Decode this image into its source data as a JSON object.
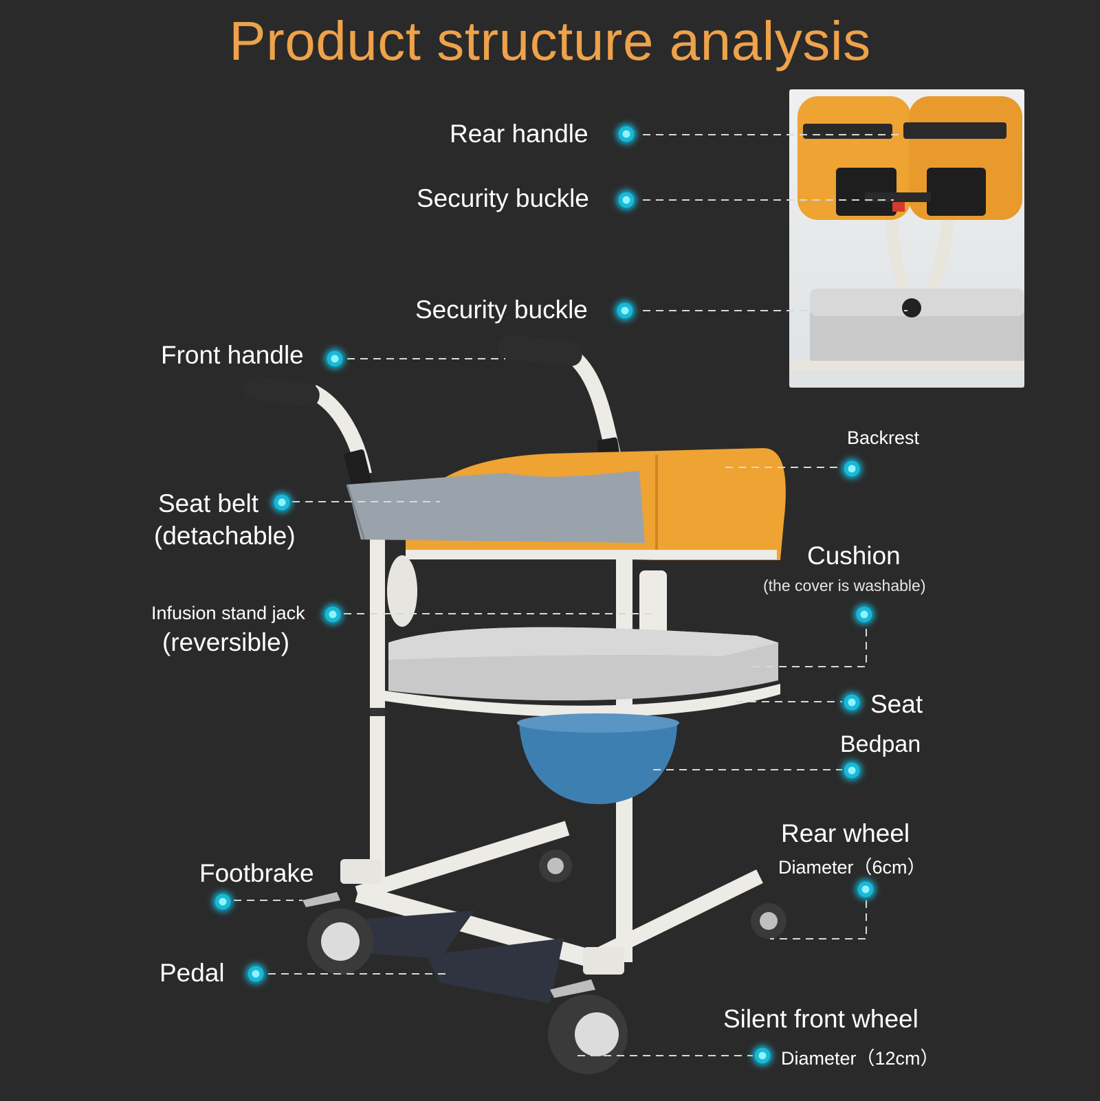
{
  "title": "Product structure analysis",
  "labels": {
    "rear_handle": "Rear handle",
    "security_buckle_1": "Security buckle",
    "security_buckle_2": "Security buckle",
    "front_handle": "Front handle",
    "backrest": "Backrest",
    "seat_belt": "Seat belt",
    "seat_belt_note": "(detachable)",
    "cushion": "Cushion",
    "cushion_note": "(the cover is washable)",
    "infusion_stand_jack": "Infusion stand jack",
    "infusion_note": "(reversible)",
    "seat": "Seat",
    "bedpan": "Bedpan",
    "rear_wheel": "Rear wheel",
    "rear_wheel_note": "Diameter（6cm）",
    "footbrake": "Footbrake",
    "pedal": "Pedal",
    "silent_front_wheel": "Silent front wheel",
    "front_wheel_note": "Diameter（12cm）"
  },
  "colors": {
    "background": "#2a2a2a",
    "title": "#eea24a",
    "marker": "#1bb8d5",
    "backrest": "#eea332",
    "cushion": "#c9c9c9",
    "bedpan": "#3e7fb2"
  }
}
